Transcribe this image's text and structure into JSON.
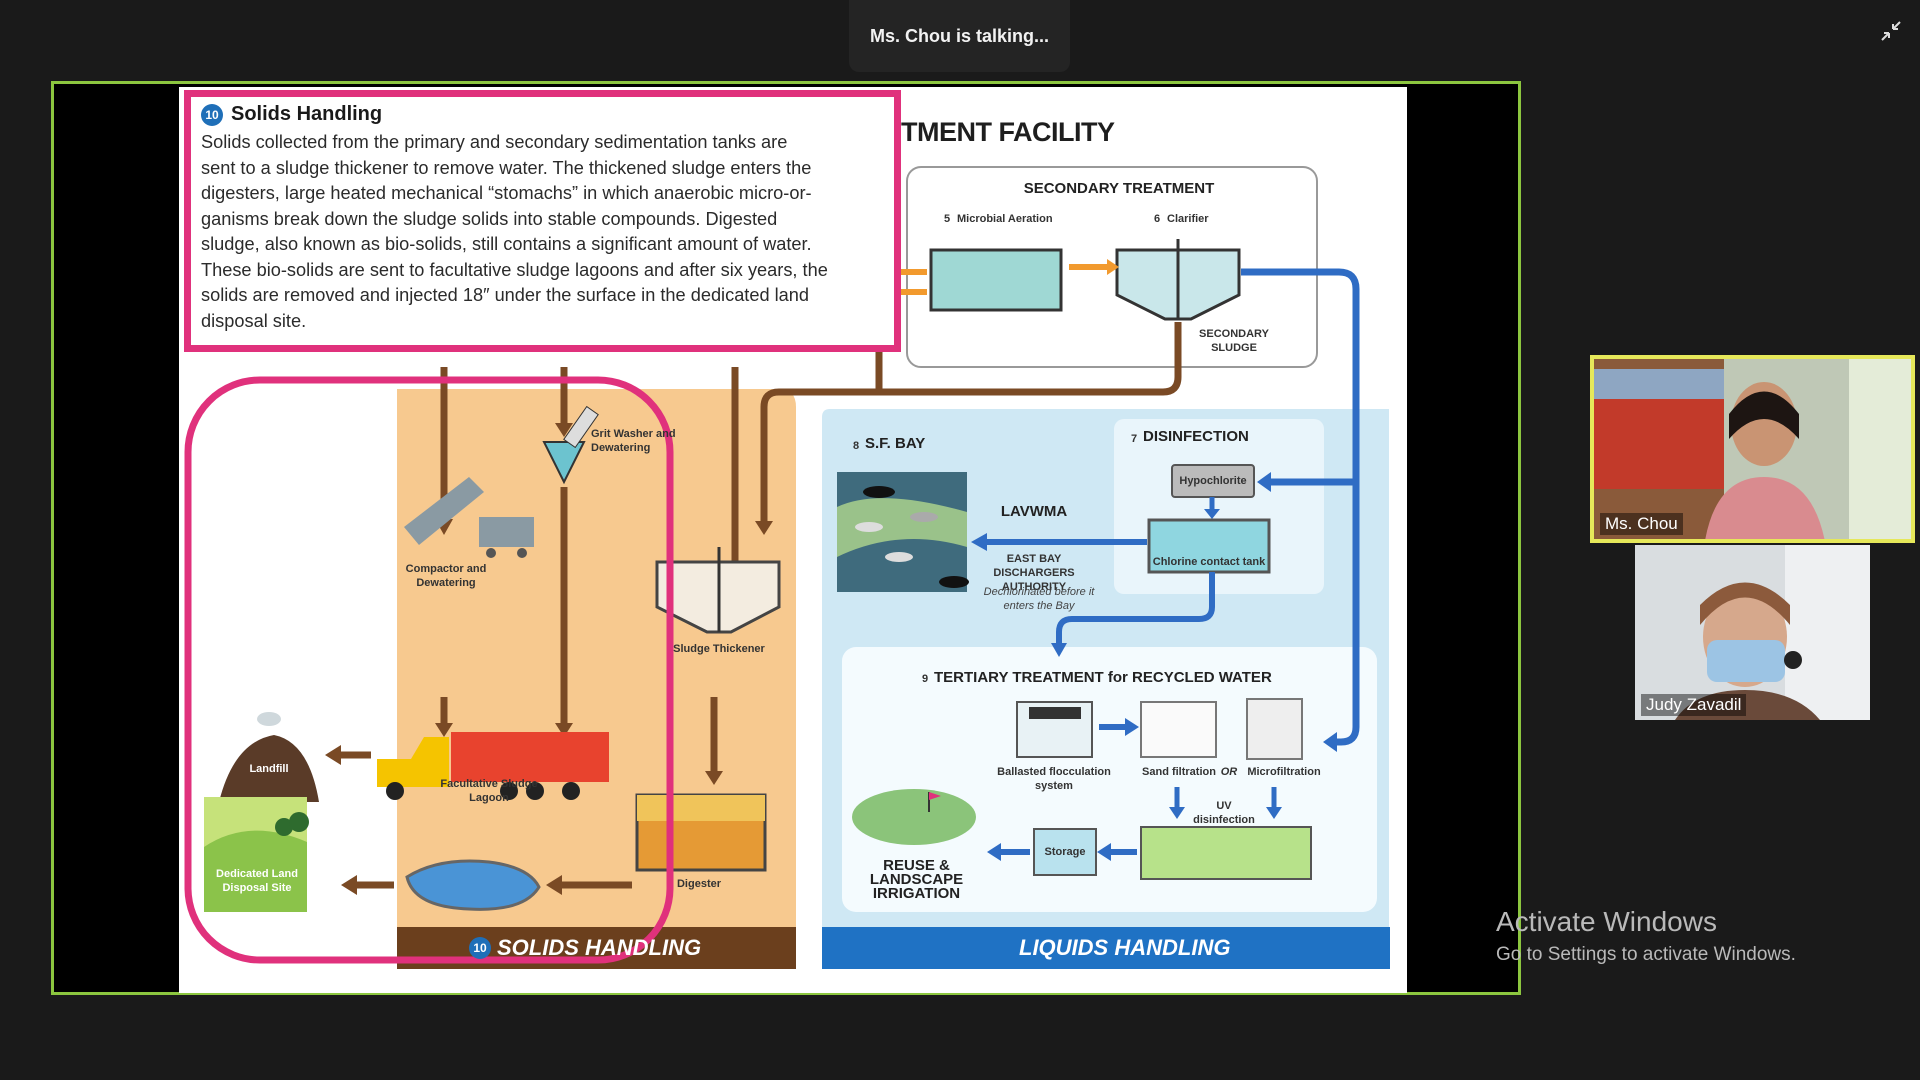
{
  "meeting": {
    "talking_indicator": "Ms. Chou is talking..."
  },
  "slide": {
    "title_fragment": "TMENT FACILITY",
    "callout": {
      "number": "10",
      "title": "Solids Handling",
      "lines": [
        "Solids collected from the primary and secondary sedimentation tanks are",
        "sent to a sludge thickener to remove water. The thickened sludge enters the",
        "digesters, large heated mechanical “stomachs” in which anaerobic micro-or-",
        "ganisms break down the sludge solids into stable compounds. Digested",
        "sludge, also known as bio-solids, still contains a significant amount of water.",
        "These bio-solids are sent to facultative sludge lagoons and after six years, the",
        "solids are removed and injected 18″ under the surface in the dedicated land",
        "disposal site."
      ]
    },
    "labels": {
      "secondary_treatment": "SECONDARY TREATMENT",
      "microbial_aeration": "Microbial Aeration",
      "microbial_aeration_num": "5",
      "clarifier": "Clarifier",
      "clarifier_num": "6",
      "secondary_sludge": "SECONDARY SLUDGE",
      "sf_bay": "S.F. BAY",
      "sf_bay_num": "8",
      "disinfection": "DISINFECTION",
      "disinfection_num": "7",
      "hypochlorite": "Hypochlorite",
      "chlorine_tank": "Chlorine contact tank",
      "lavwma": "LAVWMA",
      "ebda": "EAST BAY DISCHARGERS AUTHORITY",
      "dechlorinated": "Dechlorinated before it enters the Bay",
      "tertiary": "TERTIARY TREATMENT for RECYCLED WATER",
      "tertiary_num": "9",
      "ballasted": "Ballasted flocculation system",
      "sand_filtration": "Sand filtration",
      "or": "OR",
      "microfiltration": "Microfiltration",
      "uv": "UV disinfection",
      "storage": "Storage",
      "reuse": "REUSE & LANDSCAPE IRRIGATION",
      "grit_washer": "Grit Washer and Dewatering",
      "compactor": "Compactor and Dewatering",
      "sludge_thickener": "Sludge Thickener",
      "landfill": "Landfill",
      "facultative": "Facultative Sludge Lagoon",
      "digester": "Digester",
      "dedicated_land": "Dedicated Land Disposal Site",
      "solids_banner": "SOLIDS HANDLING",
      "solids_banner_num": "10",
      "liquids_banner": "LIQUIDS HANDLING"
    }
  },
  "participants": [
    {
      "name": "Ms. Chou",
      "active_speaker": true
    },
    {
      "name": "Judy Zavadil",
      "active_speaker": false
    }
  ],
  "watermark": {
    "title": "Activate Windows",
    "subtitle": "Go to Settings to activate Windows."
  },
  "colors": {
    "active_speaker_border": "#e6e85a",
    "share_border": "#8cc63f",
    "pink_highlight": "#e0317c",
    "pipe_brown": "#7a4a25",
    "pipe_blue": "#2f6cc4",
    "solids_bg": "#f7c98f",
    "liquids_bg": "#cfe8f4",
    "banner_blue": "#1f72c4",
    "banner_brown": "#6b3f1d"
  }
}
